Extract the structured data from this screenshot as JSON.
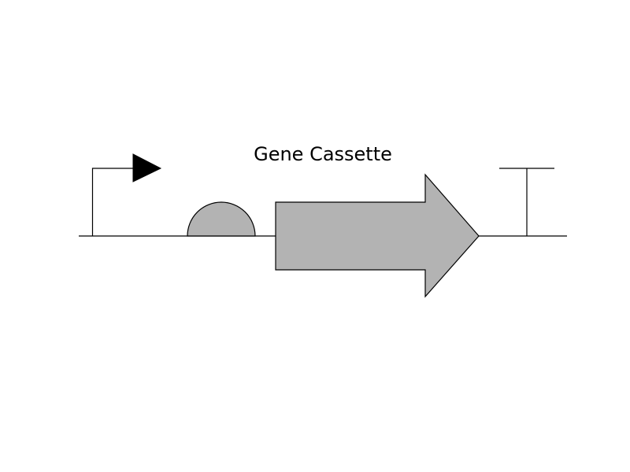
{
  "title": "Gene Cassette",
  "parts": [
    {
      "type": "promoter",
      "icon": "promoter-arrow-icon"
    },
    {
      "type": "ribosome-binding-site",
      "icon": "rbs-semicircle-icon"
    },
    {
      "type": "coding-sequence",
      "icon": "cds-arrow-icon"
    },
    {
      "type": "terminator",
      "icon": "terminator-t-icon"
    }
  ],
  "colors": {
    "stroke": "#000000",
    "fill": "#b3b3b3",
    "promoter_head": "#000000",
    "background": "#ffffff"
  }
}
